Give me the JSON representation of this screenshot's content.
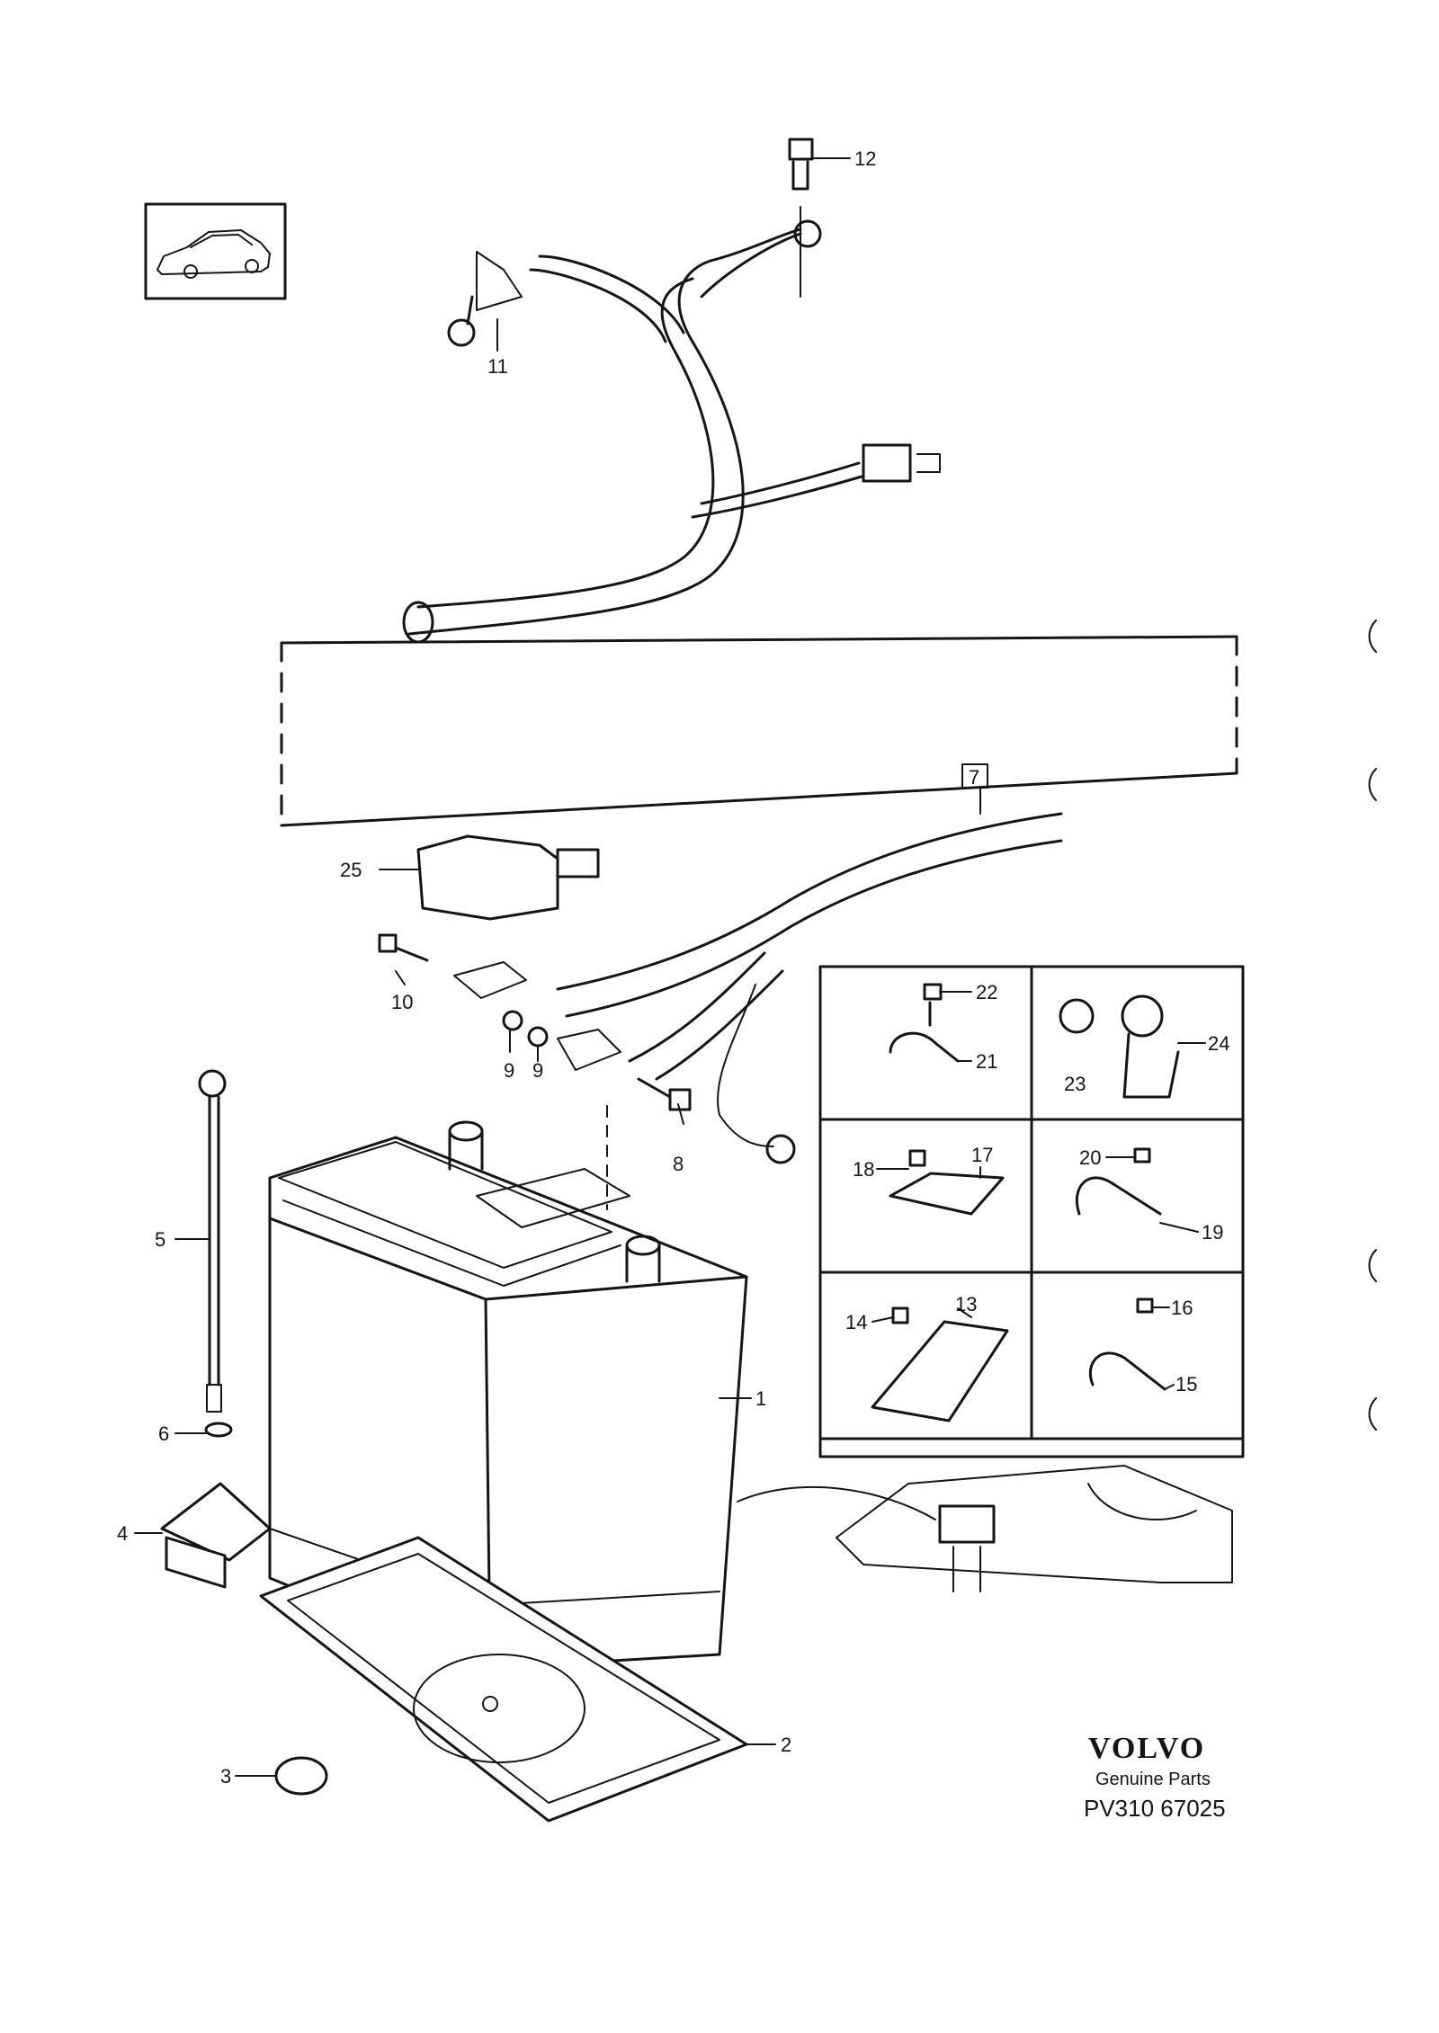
{
  "callouts": {
    "c1": "1",
    "c2": "2",
    "c3": "3",
    "c4": "4",
    "c5": "5",
    "c6": "6",
    "c7": "7",
    "c8": "8",
    "c9a": "9",
    "c9b": "9",
    "c10": "10",
    "c11": "11",
    "c12": "12",
    "c13": "13",
    "c14": "14",
    "c15": "15",
    "c16": "16",
    "c17": "17",
    "c18": "18",
    "c19": "19",
    "c20": "20",
    "c21": "21",
    "c22": "22",
    "c23": "23",
    "c24": "24",
    "c25": "25"
  },
  "brand": {
    "logo_text": "VOLVO",
    "subtitle": "Genuine Parts",
    "diagram_code": "PV310 67025"
  },
  "icons": [
    "car-thumbnail-icon"
  ],
  "colors": {
    "ink": "#151515",
    "paper": "#ffffff"
  }
}
